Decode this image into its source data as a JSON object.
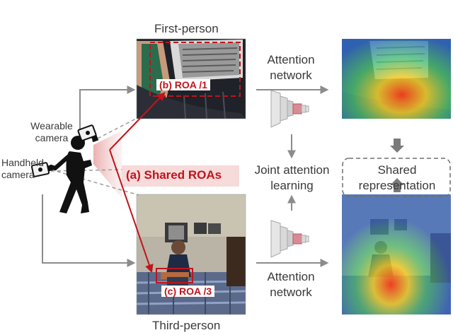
{
  "labels": {
    "first_person": "First-person",
    "third_person": "Third-person",
    "wearable_camera": "Wearable\ncamera",
    "handheld_camera": "Handheld\ncamera",
    "shared_roas": "(a) Shared ROAs",
    "roa_1": "(b) ROA /1",
    "roa_3": "(c) ROA /3",
    "attention_network_top": "Attention\nnetwork",
    "attention_network_bottom": "Attention\nnetwork",
    "joint_attention": "Joint attention\nlearning",
    "shared_representation": "Shared\nrepresentation"
  },
  "colors": {
    "roa_red": "#c0141c",
    "arrow_gray": "#8c8c8c",
    "box_dash": "#6e6e6e"
  }
}
